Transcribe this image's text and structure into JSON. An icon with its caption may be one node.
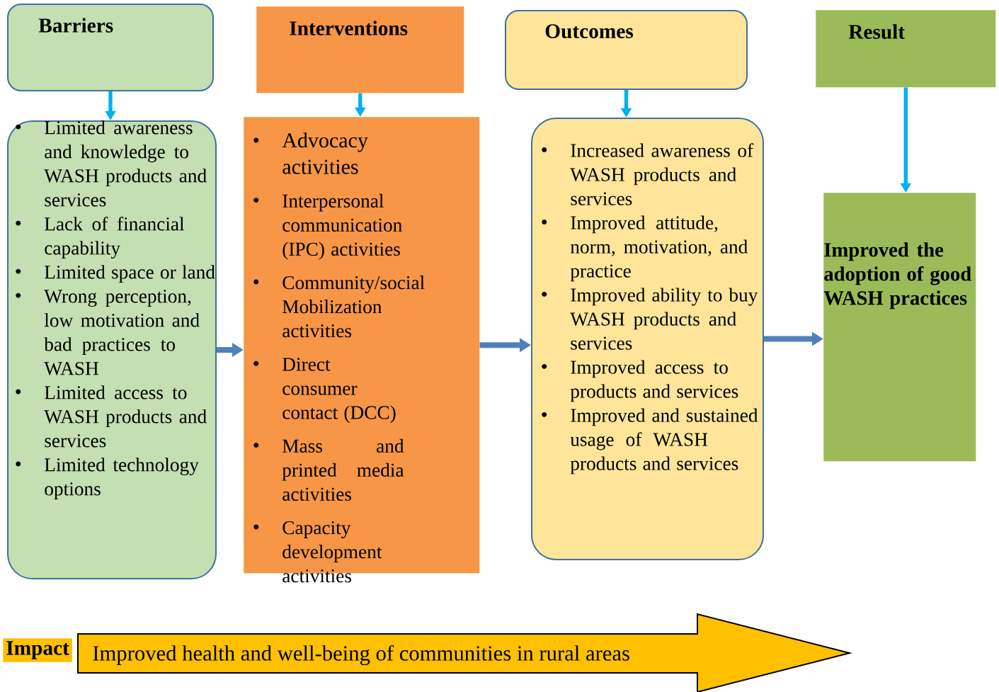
{
  "diagram": {
    "nodes": [
      {
        "text": [
          "Barriers"
        ]
      },
      {
        "text": [
          "Limited awareness and knowledge to WASH products and services",
          "Lack of financial capability",
          "Limited space or land",
          "Wrong perception, low motivation and bad practices to WASH",
          "Limited access to WASH products and services",
          "Limited technology options"
        ]
      },
      {
        "text": [
          "Interventions"
        ]
      },
      {
        "text": [
          "Advocacy activities",
          "Interpersonal communication (IPC) activities",
          "Community/social Mobilization activities",
          "Direct consumer contact (DCC)",
          "Mass and printed media activities",
          "Capacity development activities"
        ]
      },
      {
        "text": [
          "Outcomes"
        ]
      },
      {
        "text": [
          "Increased awareness of WASH products and services",
          "Improved attitude, norm, motivation, and practice",
          "Improved ability to buy WASH products and services",
          "Improved access to products and services",
          "Improved and sustained usage of WASH products and services"
        ]
      },
      {
        "text": [
          "Result"
        ]
      },
      {
        "text": [
          "Improved the adoption of good WASH practices"
        ]
      },
      {
        "text": [
          "Impact"
        ]
      },
      {
        "text": [
          "Improved health and well-being of communities in rural areas"
        ]
      }
    ],
    "edges": [
      {
        "from": 0,
        "to": 1,
        "arrow": "to",
        "color": "#00b0f0"
      },
      {
        "from": 2,
        "to": 3,
        "arrow": "to",
        "color": "#00b0f0"
      },
      {
        "from": 4,
        "to": 5,
        "arrow": "to",
        "color": "#00b0f0"
      },
      {
        "from": 6,
        "to": 7,
        "arrow": "to",
        "color": "#00b0f0"
      },
      {
        "from": 1,
        "to": 3,
        "arrow": "to"
      },
      {
        "from": 3,
        "to": 5,
        "arrow": "to"
      },
      {
        "from": 5,
        "to": 7,
        "arrow": "to"
      }
    ]
  }
}
